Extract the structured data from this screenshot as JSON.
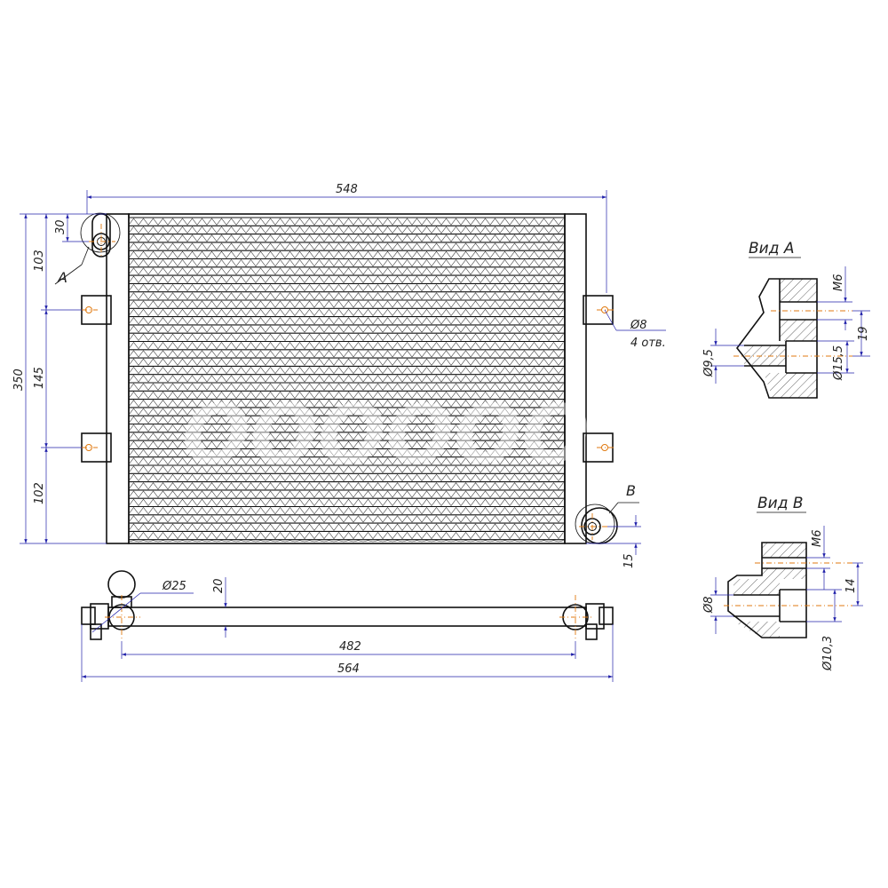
{
  "drawing": {
    "main_view": {
      "dims": {
        "overall_width": "548",
        "overall_height": "350",
        "top_to_bracket": "103",
        "bracket_spacing": "145",
        "bottom_to_bracket": "102",
        "fitting_offset": "30",
        "outlet_offset": "15"
      },
      "view_marks": {
        "a": "A",
        "b": "B"
      },
      "hole_note": {
        "diameter": "Ø8",
        "count": "4 отв."
      }
    },
    "bottom_view": {
      "dims": {
        "tube_diameter": "Ø25",
        "tube_offset": "20",
        "core_length": "482",
        "overall_length": "564"
      }
    },
    "view_a": {
      "title": "Вид A",
      "dims": {
        "thread": "M6",
        "offset": "19",
        "bore": "Ø9,5",
        "outer": "Ø15,5"
      }
    },
    "view_b": {
      "title": "Вид B",
      "dims": {
        "thread": "M6",
        "offset": "14",
        "bore": "Ø8",
        "outer": "Ø10,3"
      }
    }
  }
}
